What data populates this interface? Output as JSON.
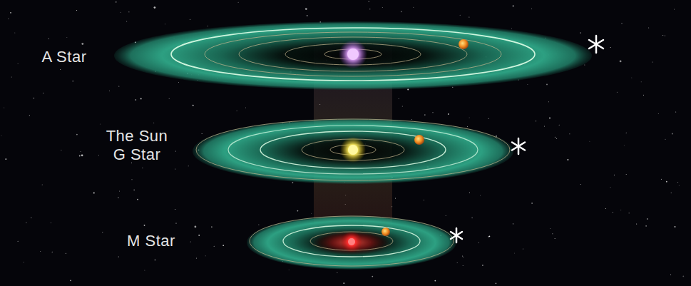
{
  "diagram": {
    "labels": [
      "A Star",
      "The Sun G Star",
      "M Star"
    ]
  }
}
